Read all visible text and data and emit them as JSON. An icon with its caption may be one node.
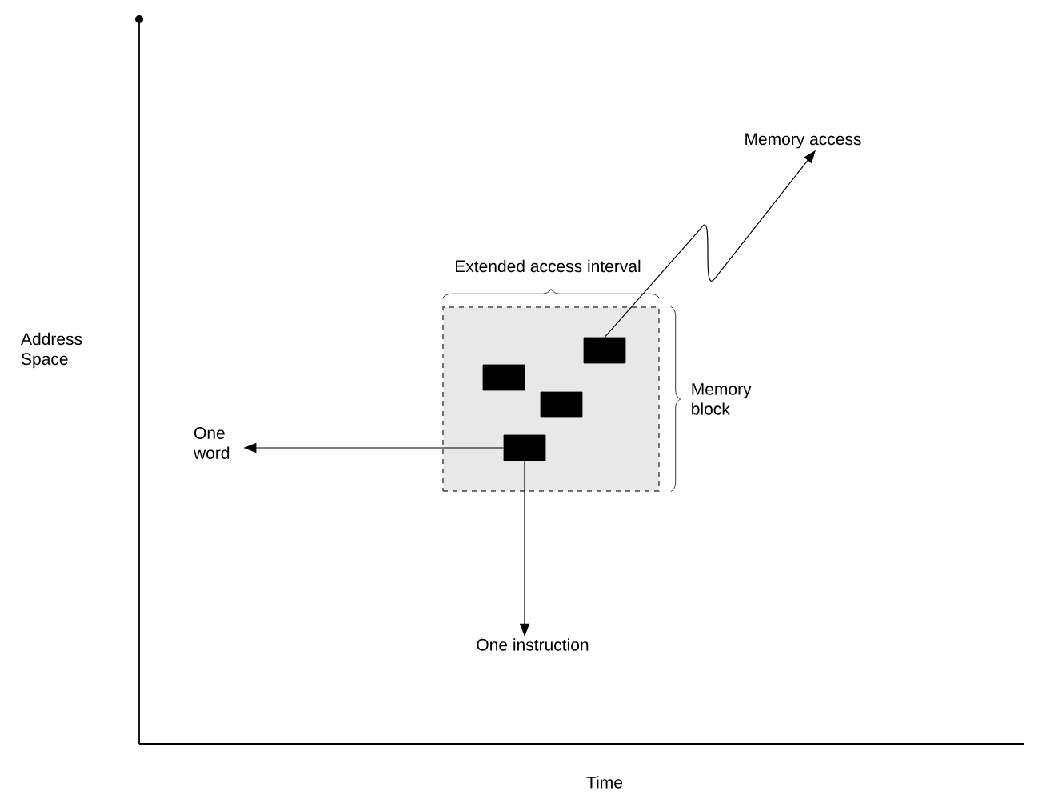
{
  "diagram": {
    "nodes": [
      {
        "text": [],
        "shape": "box",
        "beside": [
          "Extended access interval",
          "Memory block"
        ]
      },
      {
        "text": [],
        "shape": "box",
        "in": 0
      },
      {
        "text": [],
        "shape": "box",
        "in": 0
      },
      {
        "text": [],
        "shape": "box",
        "in": 0
      },
      {
        "text": [],
        "shape": "box",
        "in": 0
      },
      {
        "text": [
          "Memory access"
        ]
      },
      {
        "text": [
          "One word"
        ]
      },
      {
        "text": [
          "One instruction"
        ]
      }
    ],
    "edges": [
      {
        "from": 1,
        "to": 5,
        "arrow": "to"
      },
      {
        "from": 4,
        "to": 6,
        "arrow": "to"
      },
      {
        "from": 4,
        "to": 7,
        "arrow": "to"
      }
    ],
    "labels": [
      "Address Space",
      "Time"
    ]
  }
}
